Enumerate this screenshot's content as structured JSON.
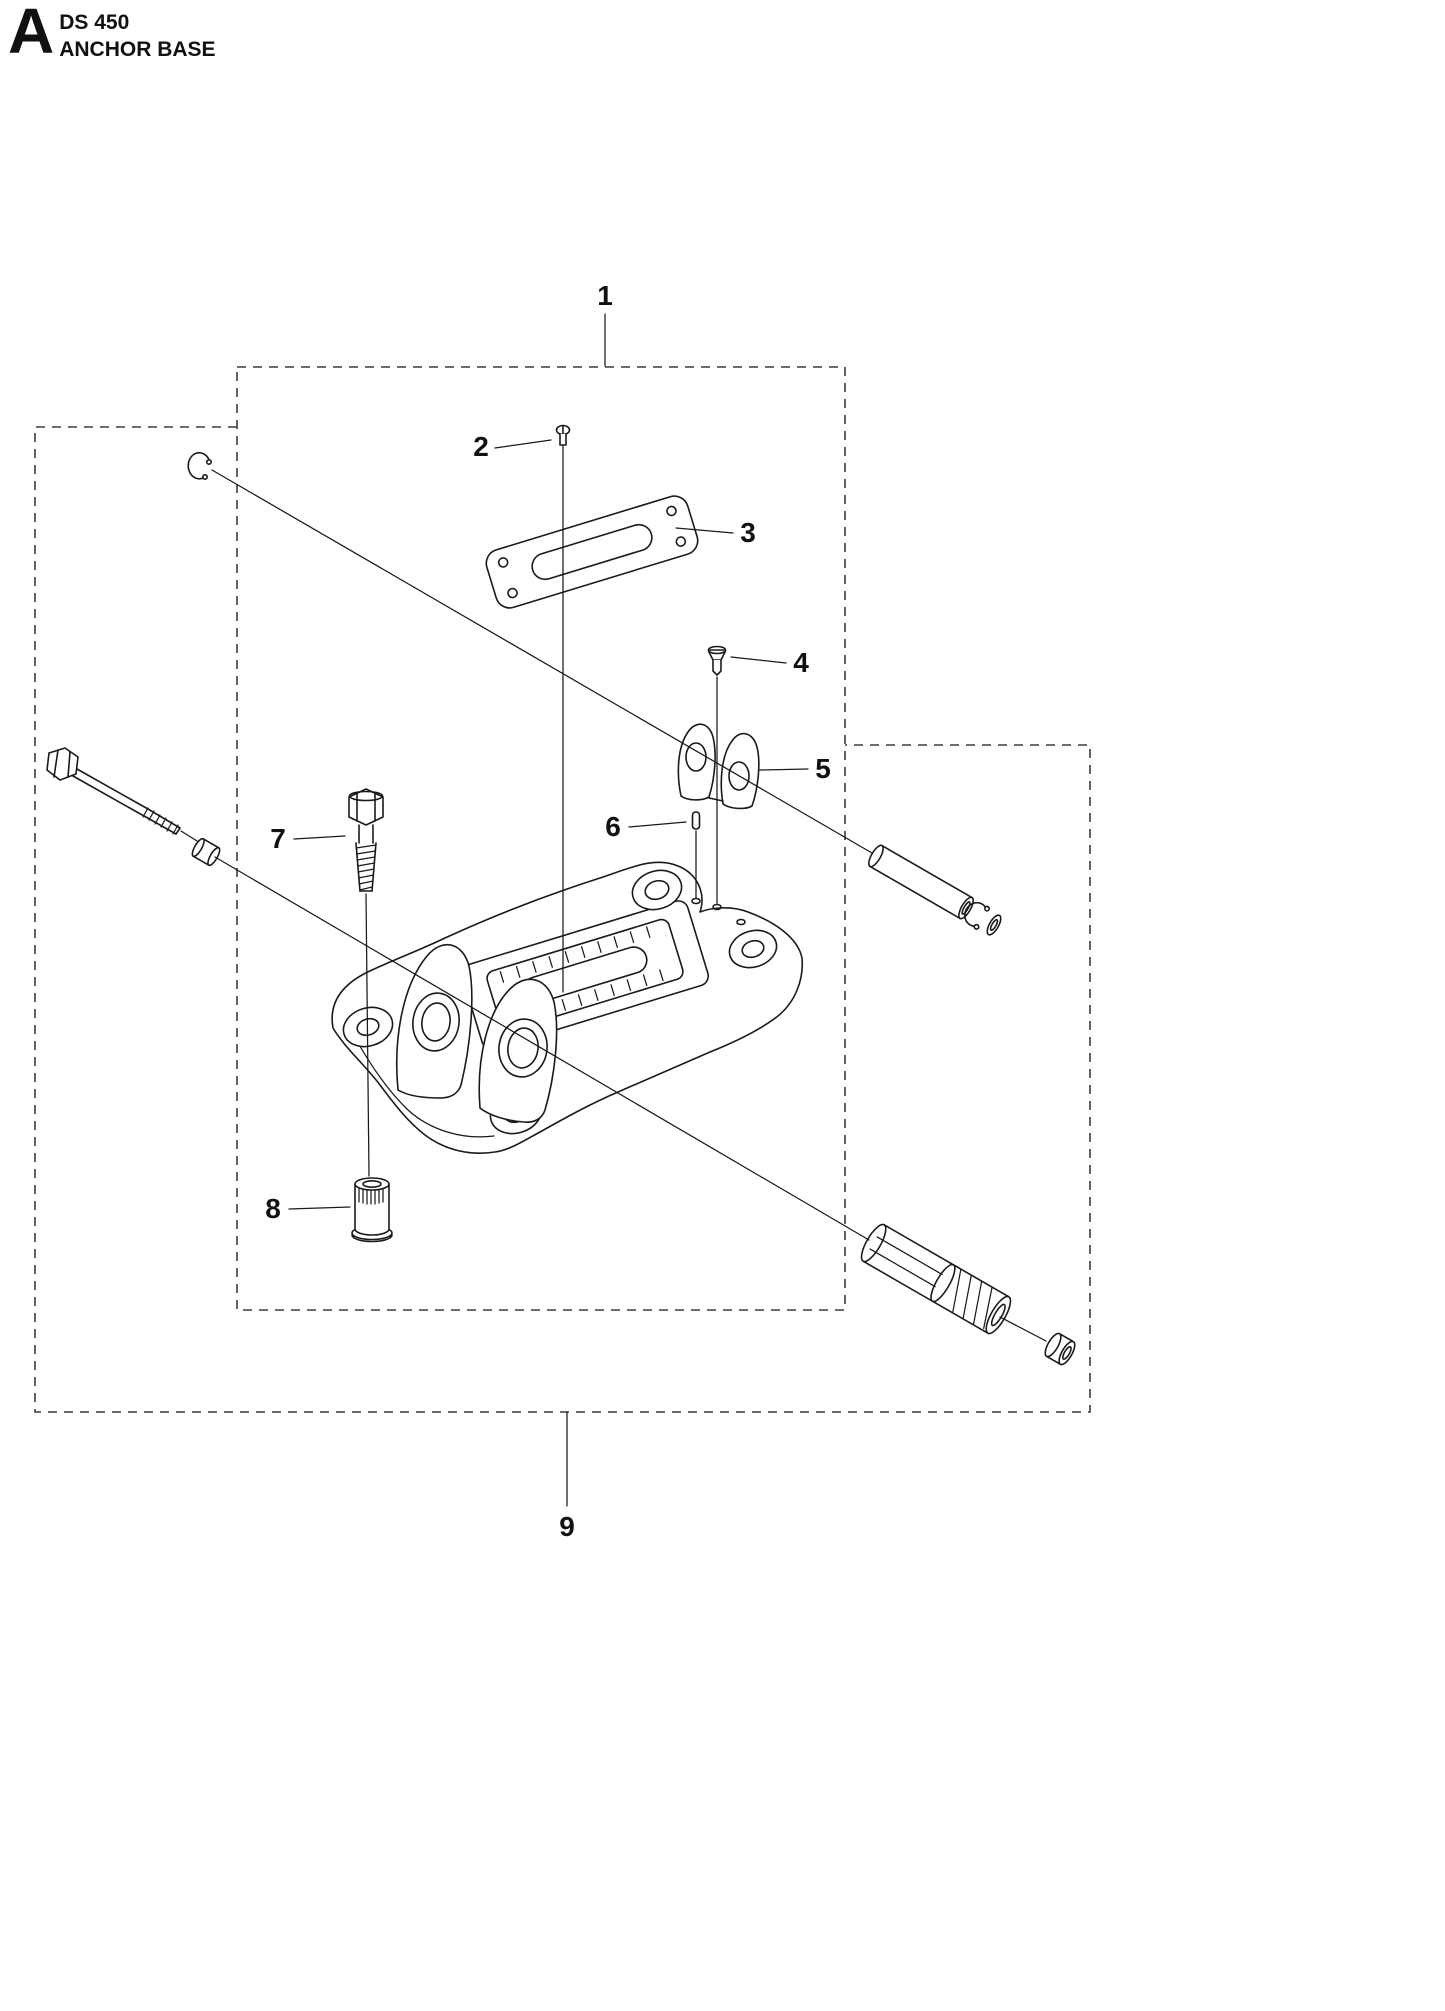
{
  "header": {
    "letter": "A",
    "model": "DS 450",
    "title": "ANCHOR BASE"
  },
  "callouts": [
    "1",
    "2",
    "3",
    "4",
    "5",
    "6",
    "7",
    "8",
    "9"
  ],
  "colors": {
    "line": "#1a1a1a",
    "box": "#3c3c3c",
    "bg": "#ffffff"
  }
}
